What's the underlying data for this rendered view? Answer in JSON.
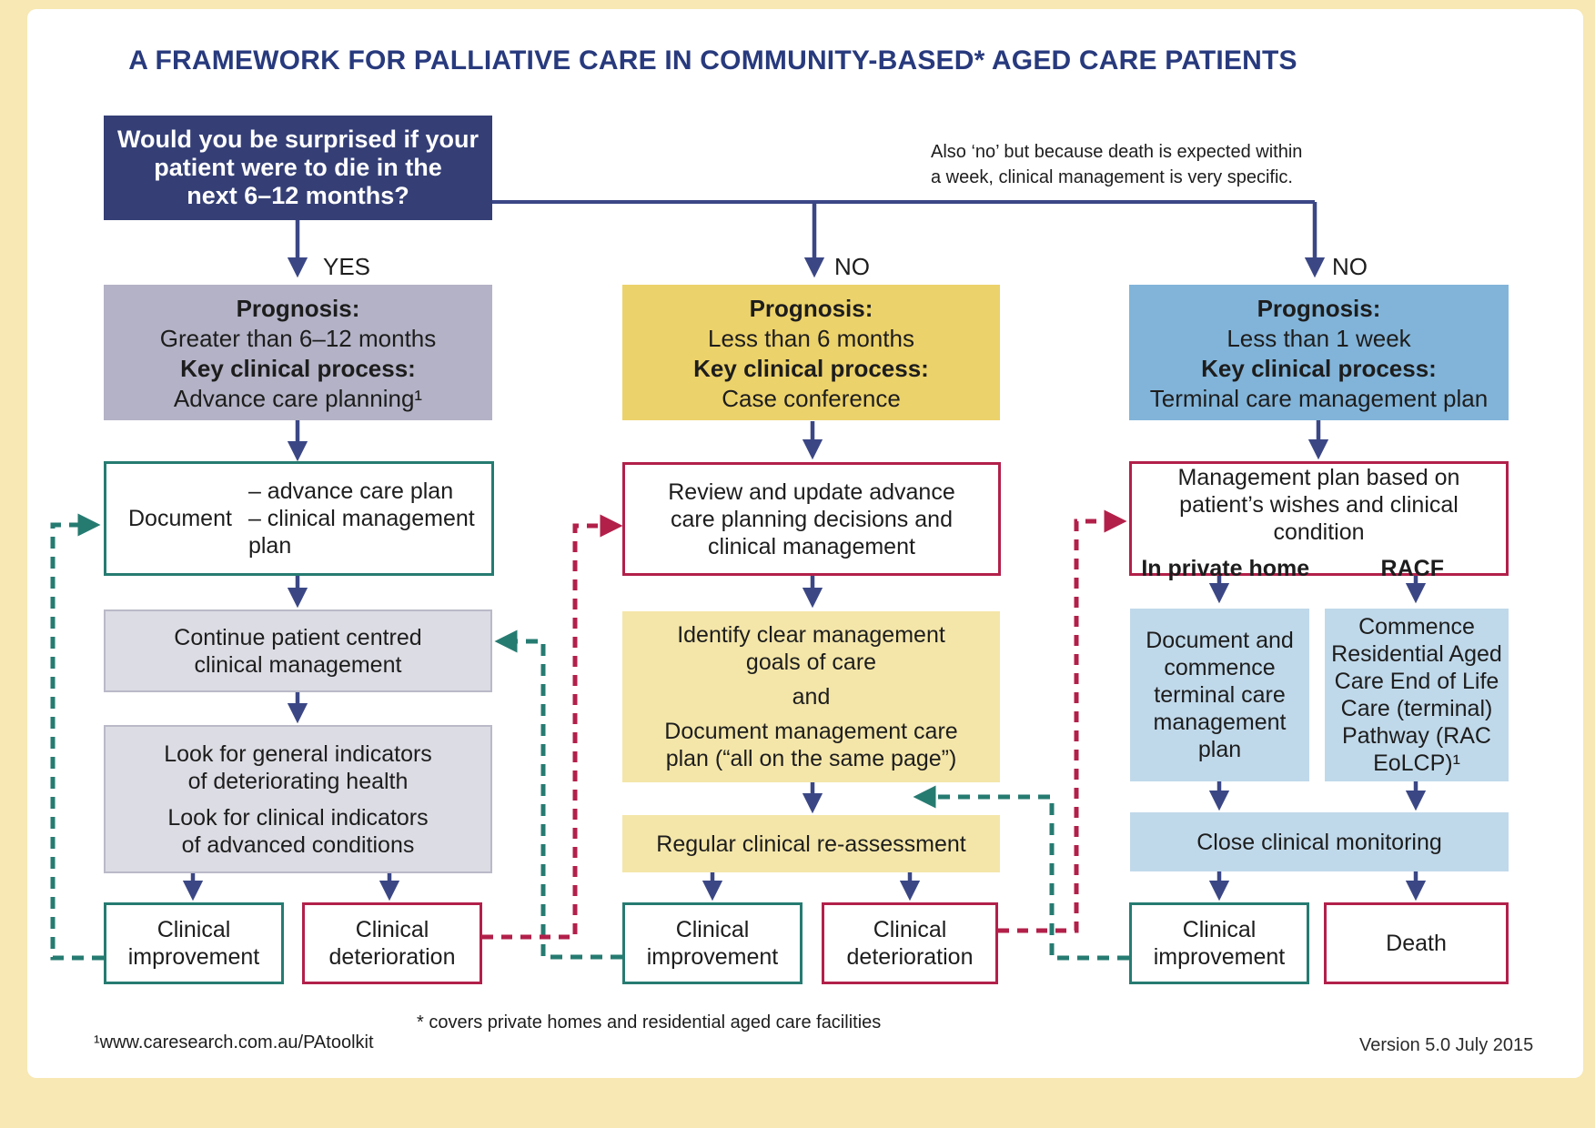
{
  "title": "A FRAMEWORK FOR PALLIATIVE CARE IN COMMUNITY-BASED* AGED CARE PATIENTS",
  "question": {
    "line1": "Would you be surprised if your",
    "line2": "patient were to die in the",
    "line3": "next 6–12 months?"
  },
  "branch_labels": {
    "yes": "YES",
    "no_mid": "NO",
    "no_right": "NO"
  },
  "annotation": {
    "line1": "Also ‘no’ but because death is expected within",
    "line2": "a week, clinical management is very specific."
  },
  "col_yes": {
    "prognosis": {
      "heading": "Prognosis:",
      "value": "Greater than 6–12 months",
      "process_heading": "Key clinical process:",
      "process_value": "Advance care planning¹"
    },
    "document": {
      "label": "Document",
      "item1": "– advance care plan",
      "item2": "– clinical management plan"
    },
    "continue_box": "Continue patient centred clinical management",
    "look_box": {
      "line1": "Look for general indicators of deteriorating health",
      "line2": "Look for clinical indicators of advanced conditions"
    },
    "improvement": "Clinical improvement",
    "deterioration": "Clinical deterioration"
  },
  "col_no6": {
    "prognosis": {
      "heading": "Prognosis:",
      "value": "Less than 6 months",
      "process_heading": "Key clinical process:",
      "process_value": "Case conference"
    },
    "review": "Review and update advance care planning decisions and clinical management",
    "identify": {
      "part1": "Identify clear management goals of care",
      "part2": "and",
      "part3": "Document management care plan (“all on the same page”)"
    },
    "reassessment": "Regular clinical re-assessment",
    "improvement": "Clinical improvement",
    "deterioration": "Clinical deterioration"
  },
  "col_no1": {
    "prognosis": {
      "heading": "Prognosis:",
      "value": "Less than 1 week",
      "process_heading": "Key clinical process:",
      "process_value": "Terminal care management plan"
    },
    "management": {
      "text": "Management plan based on patient’s wishes and clinical condition",
      "left_label": "In private home",
      "right_label": "RACF"
    },
    "private_home_box": "Document and commence terminal care management plan",
    "racf_box": "Commence Residential Aged Care End of Life Care (terminal) Pathway (RAC EoLCP)¹",
    "monitoring": "Close clinical monitoring",
    "improvement": "Clinical improvement",
    "death": "Death"
  },
  "footnotes": {
    "asterisk": "* covers private homes and residential aged care facilities",
    "reference": "¹www.caresearch.com.au/PAtoolkit",
    "version": "Version 5.0 July 2015"
  },
  "colors": {
    "navy_box": "#353f76",
    "navy_title": "#283a7d",
    "arrow_navy": "#3b4785",
    "lavender": "#b3b2c6",
    "gray_box": "#dcdce4",
    "yellow": "#ecd26b",
    "light_yellow": "#f4e6a9",
    "blue": "#82b4d9",
    "light_blue": "#c0d9ea",
    "teal": "#267b71",
    "crimson": "#b2204a",
    "cream_frame": "#f7e8b4"
  }
}
